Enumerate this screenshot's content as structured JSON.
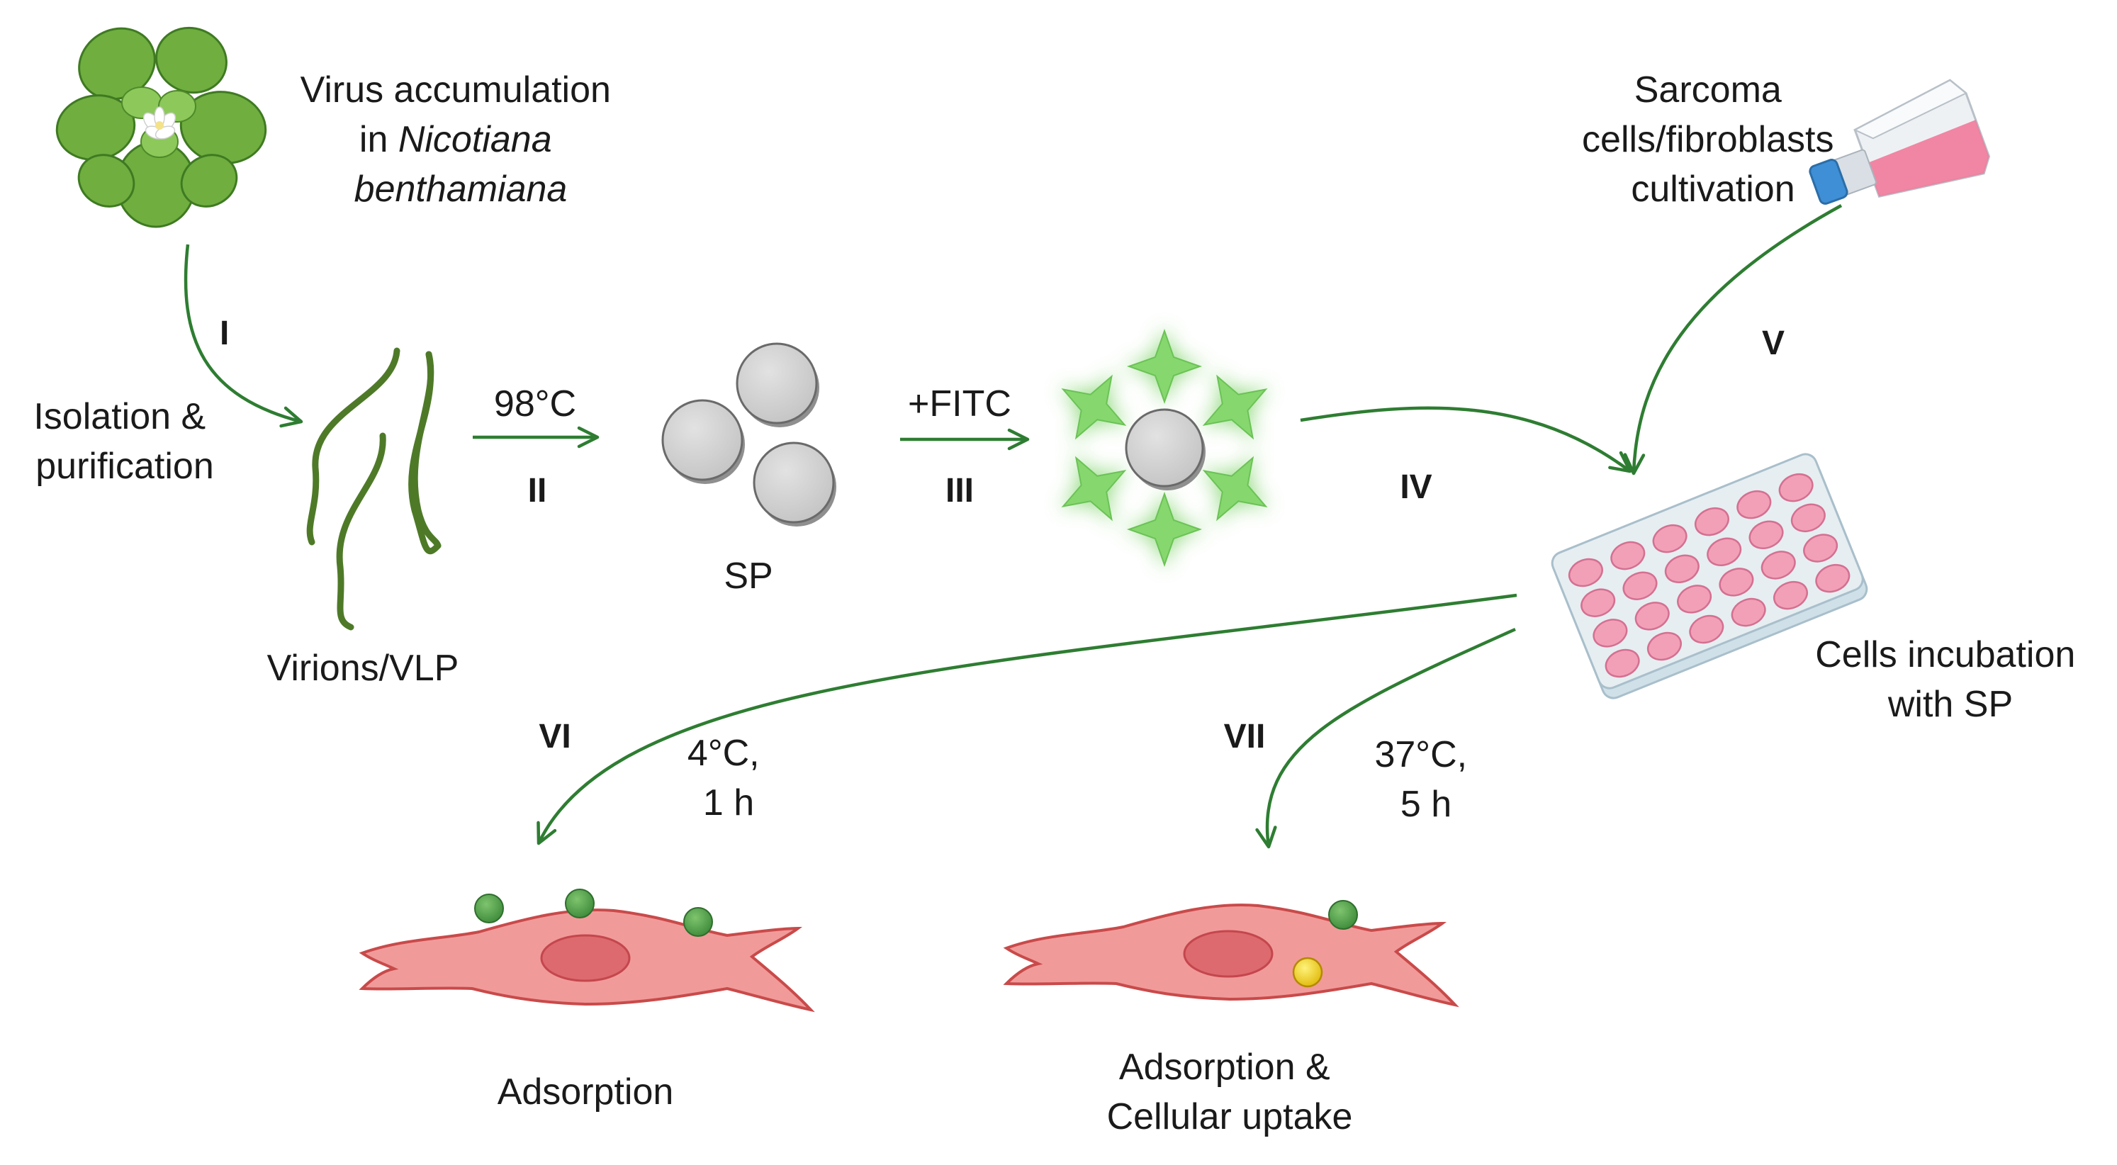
{
  "labels": {
    "virus_accumulation": [
      "Virus accumulation",
      "in ",
      "Nicotiana",
      "benthamiana"
    ],
    "isolation": [
      "Isolation &",
      "purification"
    ],
    "virions": "Virions/VLP",
    "temp_98": "98°C",
    "fitc": "+FITC",
    "sp": "SP",
    "sarcoma": [
      "Sarcoma",
      "cells/fibroblasts",
      "cultivation"
    ],
    "incubation": [
      "Cells incubation",
      "with SP"
    ],
    "cond_vi": [
      "4°C,",
      "1 h"
    ],
    "cond_vii": [
      "37°C,",
      "5 h"
    ],
    "adsorption": "Adsorption",
    "uptake": [
      "Adsorption &",
      "Cellular uptake"
    ]
  },
  "steps": [
    "I",
    "II",
    "III",
    "IV",
    "V",
    "VI",
    "VII"
  ],
  "colors": {
    "arrow_green": "#2e7d32",
    "virion_green": "#4e7a28",
    "fitc_glow": "#7fd36a",
    "particle_grey": "#d3d3d3",
    "cell_fill": "#f19a9a",
    "cell_stroke": "#c94a4a",
    "nucleus": "#dd6a6e",
    "flask_liquid": "#f07a9a",
    "flask_cap": "#3f8fd6",
    "plate_wells": "#f2a0b8",
    "bead_green": "#4f9a4a",
    "bead_yellow": "#f3d21a"
  },
  "icons": [
    "plant-icon",
    "flask-icon",
    "well-plate-icon",
    "cell-icon"
  ]
}
